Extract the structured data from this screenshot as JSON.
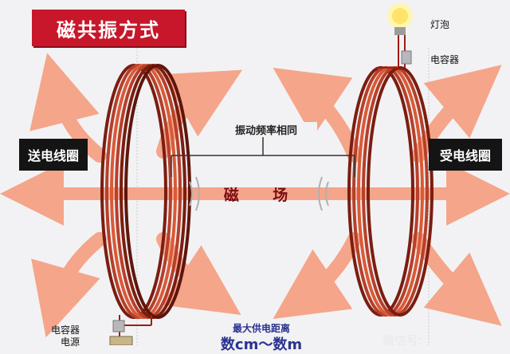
{
  "title": "磁共振方式",
  "left_coil_label": "送电线圈",
  "right_coil_label": "受电线圈",
  "resonance_caption": "振动频率相同",
  "field_label": "磁 场",
  "bulb_label": "灯泡",
  "capacitor_right_label": "电容器",
  "capacitor_left_label": "电容器",
  "power_label": "电源",
  "distance_title": "最大供电距离",
  "distance_value": "数cm～数m",
  "watermark": "微信号: ",
  "colors": {
    "title_bg": "#c8172b",
    "label_bg": "#141414",
    "arrow": "#f5a58a",
    "coil_dark": "#8c2a18",
    "coil_light": "#e0603a",
    "field_text": "#7a0d13",
    "distance_text": "#2a3390"
  },
  "icons": [
    "light-bulb-icon",
    "capacitor-icon",
    "power-source-icon"
  ]
}
